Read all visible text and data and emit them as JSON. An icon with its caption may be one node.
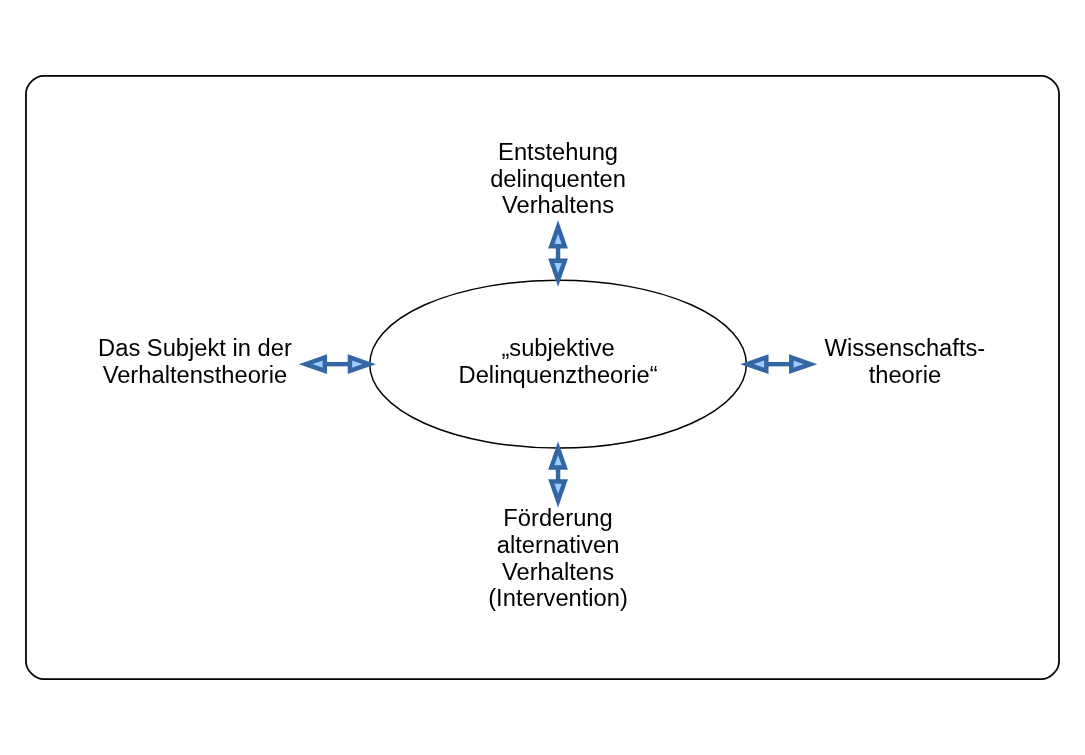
{
  "diagram": {
    "nodes": [
      {
        "text": [],
        "shape": "ellipse"
      },
      {
        "text": [
          "Entstehung delinquenten Verhaltens"
        ],
        "in": 0
      },
      {
        "text": [
          "Das Subjekt in der Verhaltenstheorie"
        ],
        "in": 0
      },
      {
        "text": [
          "„subjektive Delinquenztheorie“"
        ],
        "in": 0
      },
      {
        "text": [
          "Wissenschafts- theorie"
        ],
        "in": 0
      },
      {
        "text": [
          "Förderung alternativen Verhaltens (Intervention)"
        ],
        "in": 0
      }
    ],
    "edges": [
      {
        "from": 1,
        "to": 3,
        "arrow": "both"
      },
      {
        "from": 2,
        "to": 3,
        "arrow": "both"
      },
      {
        "from": 3,
        "to": 4,
        "arrow": "both"
      },
      {
        "from": 3,
        "to": 5,
        "arrow": "both"
      }
    ]
  }
}
